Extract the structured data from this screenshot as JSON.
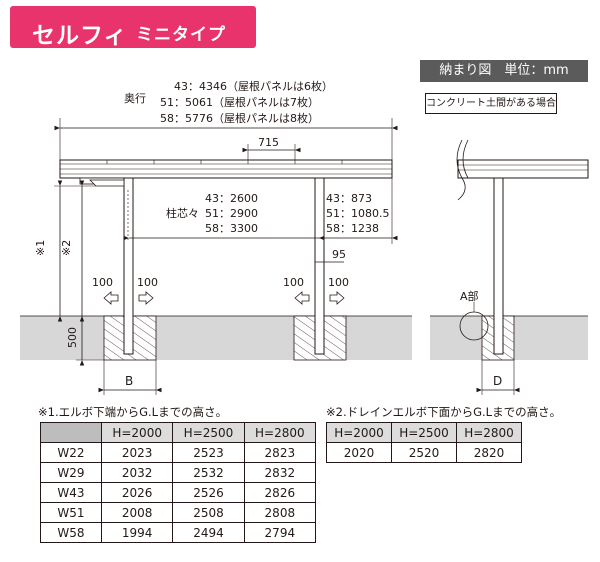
{
  "header": {
    "title": "セルフィ",
    "subtitle": "ミニタイプ",
    "badge": "納まり図　単位：mm",
    "condition": "コンクリート土間がある場合"
  },
  "drawing": {
    "depth_label": "奥行",
    "depth_43": "43：4346（屋根パネルは6枚）",
    "depth_51": "51：5061（屋根パネルは7枚）",
    "depth_58": "58：5776（屋根パネルは8枚）",
    "pitch_715": "715",
    "post_label": "柱芯々",
    "post_43": "43：2600",
    "post_51": "51：2900",
    "post_58": "58：3300",
    "over_43": "43：873",
    "over_51": "51：1080.5",
    "over_58": "58：1238",
    "dim_95": "95",
    "mark_1": "※1",
    "mark_2": "※2",
    "dim_100_a": "100",
    "dim_100_b": "100",
    "dim_100_c": "100",
    "dim_100_d": "100",
    "dim_500": "500",
    "dim_b": "B",
    "dim_d": "D",
    "part_a": "A部"
  },
  "table1": {
    "caption": "※1.エルボ下端からG.Lまでの高さ。",
    "headers": [
      "H=2000",
      "H=2500",
      "H=2800"
    ],
    "rows": [
      {
        "label": "W22",
        "values": [
          "2023",
          "2523",
          "2823"
        ]
      },
      {
        "label": "W29",
        "values": [
          "2032",
          "2532",
          "2832"
        ]
      },
      {
        "label": "W43",
        "values": [
          "2026",
          "2526",
          "2826"
        ]
      },
      {
        "label": "W51",
        "values": [
          "2008",
          "2508",
          "2808"
        ]
      },
      {
        "label": "W58",
        "values": [
          "1994",
          "2494",
          "2794"
        ]
      }
    ]
  },
  "table2": {
    "caption": "※2.ドレインエルボ下面からG.Lまでの高さ。",
    "headers": [
      "H=2000",
      "H=2500",
      "H=2800"
    ],
    "values": [
      "2020",
      "2520",
      "2820"
    ]
  }
}
